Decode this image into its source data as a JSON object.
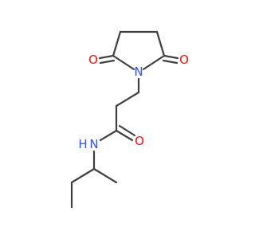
{
  "molecule": {
    "atoms": {
      "o_left": {
        "symbol": "O",
        "color": "#ff0d0d"
      },
      "o_right": {
        "symbol": "O",
        "color": "#ff0d0d"
      },
      "n_ring": {
        "symbol": "N",
        "color": "#3050f8"
      },
      "o_amide": {
        "symbol": "O",
        "color": "#ff0d0d"
      },
      "nh_amide": {
        "symbol": "H",
        "color": "#3050f8"
      },
      "n_amide": {
        "symbol": "N",
        "color": "#3050f8"
      }
    },
    "bond_color": "#404040"
  }
}
